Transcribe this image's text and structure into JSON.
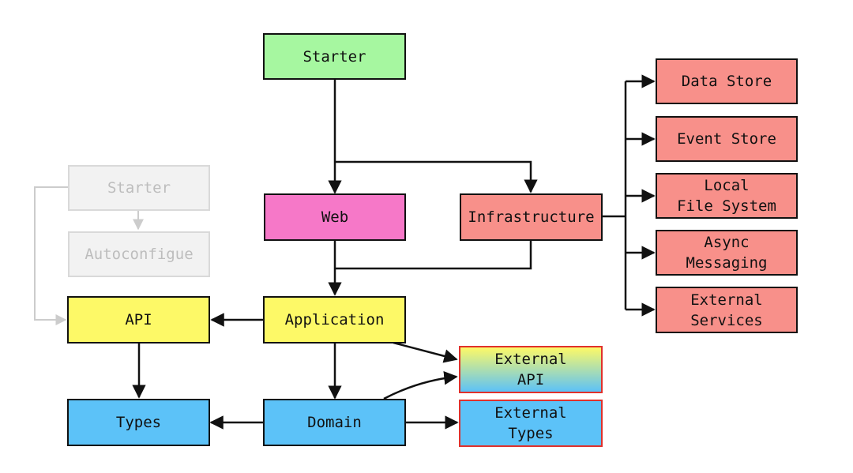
{
  "colors": {
    "green": "#a6f7a0",
    "pink": "#f678c8",
    "salmon": "#f8908a",
    "yellow": "#fdf967",
    "blue": "#5cc2f8",
    "ghost": "#f2f2f2",
    "ghost_text": "#bdbdbd",
    "gradient_top": "#fdf967",
    "gradient_bottom": "#5cc2f8",
    "arrow": "#111111",
    "ghost_arrow": "#cccccc",
    "highlight_border": "#e0312c"
  },
  "nodes": {
    "starter": "Starter",
    "web": "Web",
    "infrastructure": "Infrastructure",
    "application": "Application",
    "api": "API",
    "domain": "Domain",
    "types": "Types",
    "external_api": "External\nAPI",
    "external_types": "External\nTypes",
    "data_store": "Data Store",
    "event_store": "Event Store",
    "local_file_system": "Local\nFile System",
    "async_messaging": "Async\nMessaging",
    "external_services": "External\nServices",
    "ghost_starter": "Starter",
    "ghost_autoconfigure": "Autoconfigue"
  }
}
